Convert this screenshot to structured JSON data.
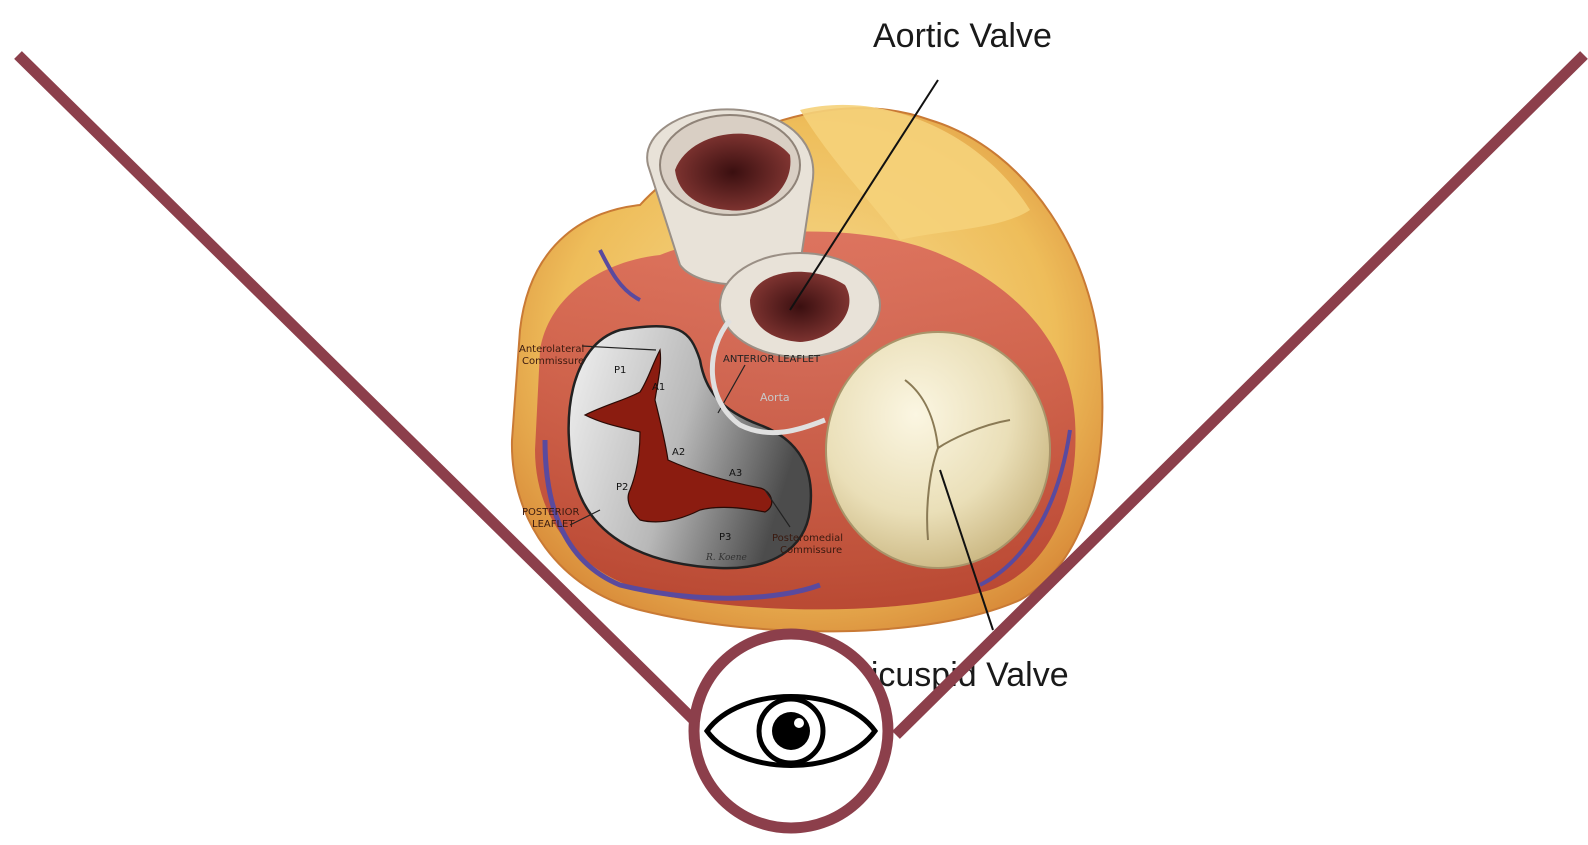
{
  "labels": {
    "aortic_valve": "Aortic Valve",
    "tricuspid_valve": "Tricuspid Valve",
    "anterior_leaflet": "ANTERIOR LEAFLET",
    "posterior_leaflet_line1": "POSTERIOR",
    "posterior_leaflet_line2": "LEAFLET",
    "anterolateral_line1": "Anterolateral",
    "anterolateral_line2": "Commissure",
    "posteromedial_line1": "Posteromedial",
    "posteromedial_line2": "Commissure",
    "aorta": "Aorta",
    "signature": "R. Koene"
  },
  "segments": [
    "P1",
    "A1",
    "A2",
    "A3",
    "P2",
    "P3"
  ],
  "icons": {
    "viewer": "eye-icon"
  },
  "colors": {
    "frame_line": "#8c3f4b",
    "tissue_red": "#b03a2e",
    "fat_yellow": "#efc263",
    "vessel_purple": "#5a4a9e",
    "valve_cream": "#efe6c8",
    "mitral_red": "#8b1c10"
  }
}
